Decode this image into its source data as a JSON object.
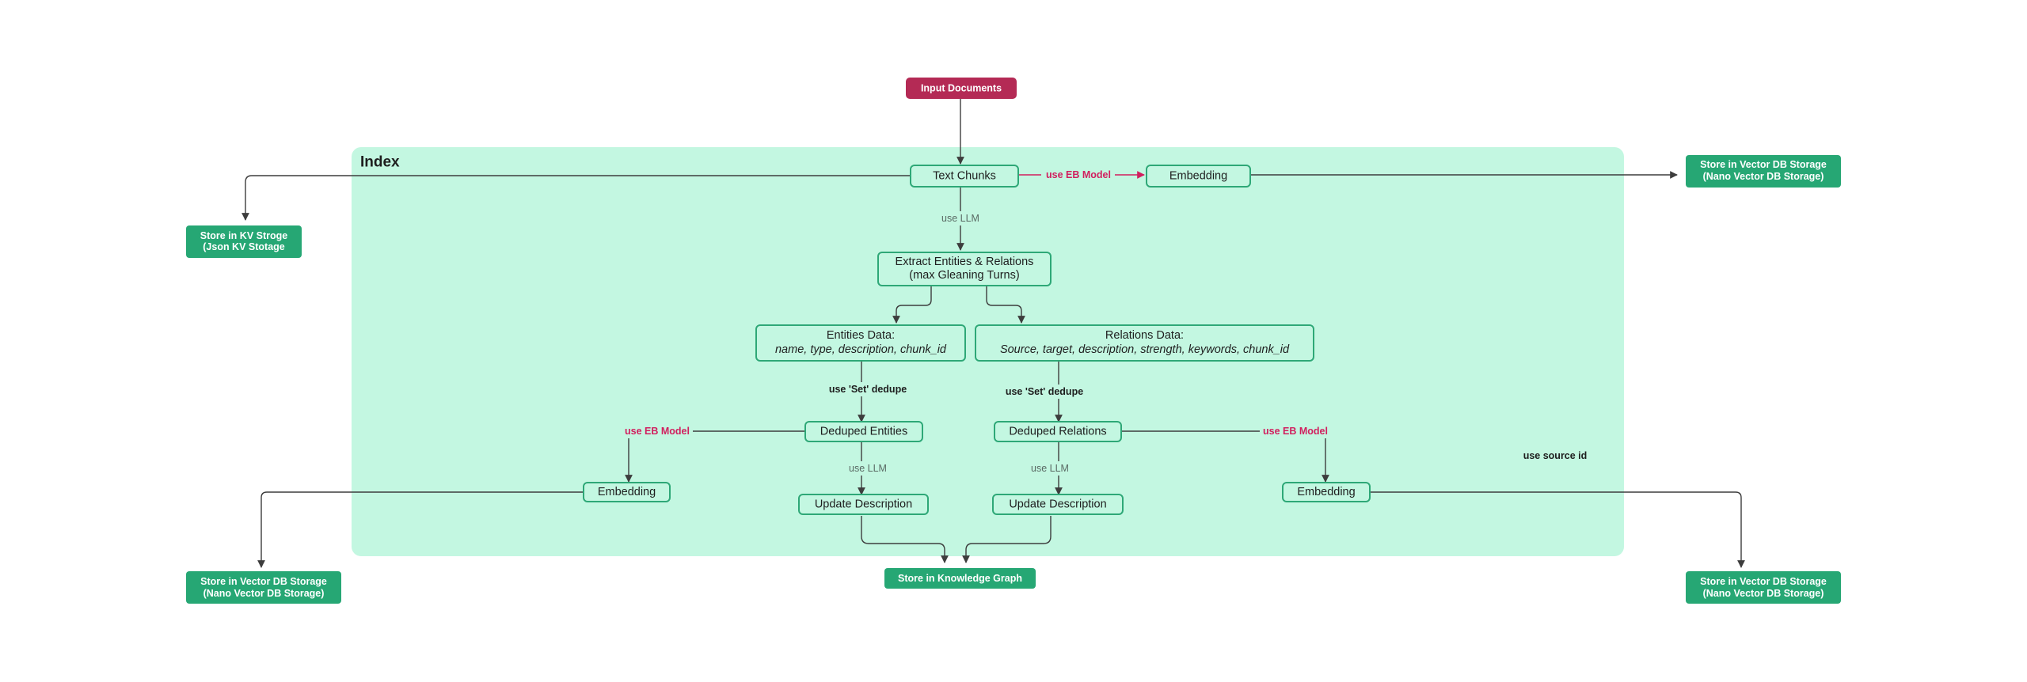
{
  "region": {
    "title": "Index"
  },
  "nodes": {
    "input_documents": "Input Documents",
    "text_chunks": "Text Chunks",
    "embedding_top": "Embedding",
    "vector_db_top": {
      "line1": "Store in Vector DB Storage",
      "line2": "(Nano Vector DB Storage)"
    },
    "kv_store": {
      "line1": "Store in KV Stroge",
      "line2": "(Json KV Stotage"
    },
    "extract": {
      "line1": "Extract Entities & Relations",
      "line2": "(max Gleaning Turns)"
    },
    "entities_data": {
      "line1": "Entities Data:",
      "line2": "name, type, description, chunk_id"
    },
    "relations_data": {
      "line1": "Relations Data:",
      "line2": "Source, target, description, strength, keywords, chunk_id"
    },
    "deduped_entities": "Deduped Entities",
    "deduped_relations": "Deduped Relations",
    "embedding_left": "Embedding",
    "embedding_right": "Embedding",
    "update_desc_left": "Update Description",
    "update_desc_right": "Update Description",
    "vector_db_left": {
      "line1": "Store in Vector DB Storage",
      "line2": "(Nano Vector DB Storage)"
    },
    "vector_db_right": {
      "line1": "Store in Vector DB Storage",
      "line2": "(Nano Vector DB Storage)"
    },
    "knowledge_graph": "Store in Knowledge Graph"
  },
  "edge_labels": {
    "use_eb_model_top": "use EB Model",
    "use_llm_extract": "use LLM",
    "set_dedupe_entities": "use 'Set' dedupe",
    "set_dedupe_relations": "use 'Set' dedupe",
    "use_eb_model_left": "use EB Model",
    "use_eb_model_right": "use EB Model",
    "use_llm_entities": "use LLM",
    "use_llm_relations": "use LLM",
    "use_source_id": "use source id"
  },
  "colors": {
    "region_fill": "#c3f7e1",
    "node_border": "#2ea877",
    "store_fill": "#26a774",
    "input_fill": "#b42a55",
    "accent_red": "#d11f5e",
    "edge": "#3d3d3d"
  }
}
